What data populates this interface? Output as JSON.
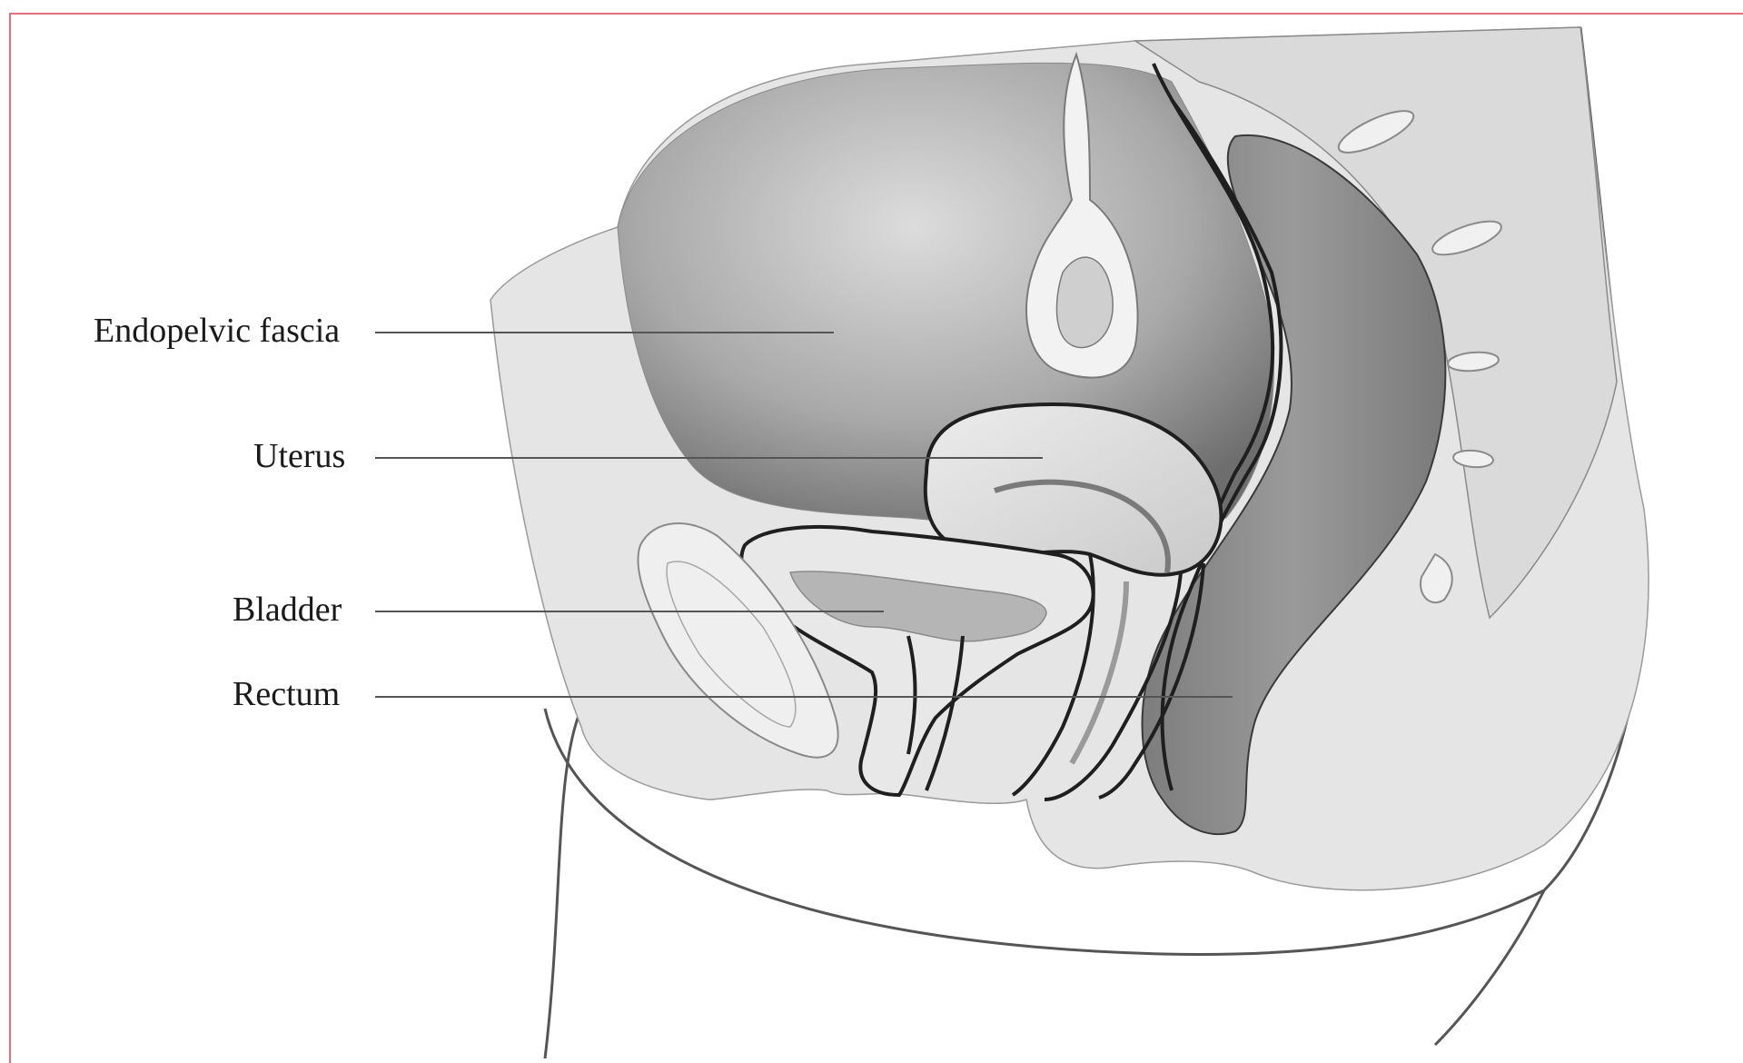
{
  "diagram": {
    "labels": [
      {
        "id": "endopelvic",
        "text": "Endopelvic fascia"
      },
      {
        "id": "uterus",
        "text": "Uterus"
      },
      {
        "id": "bladder",
        "text": "Bladder"
      },
      {
        "id": "rectum",
        "text": "Rectum"
      }
    ],
    "colors": {
      "frame": "#e2707c",
      "tissue_light": "#e6e6e6",
      "tissue_mid": "#b5b5b5",
      "tissue_dark": "#7a7a7a",
      "outline": "#1f1f1f",
      "leader": "#555555"
    }
  }
}
